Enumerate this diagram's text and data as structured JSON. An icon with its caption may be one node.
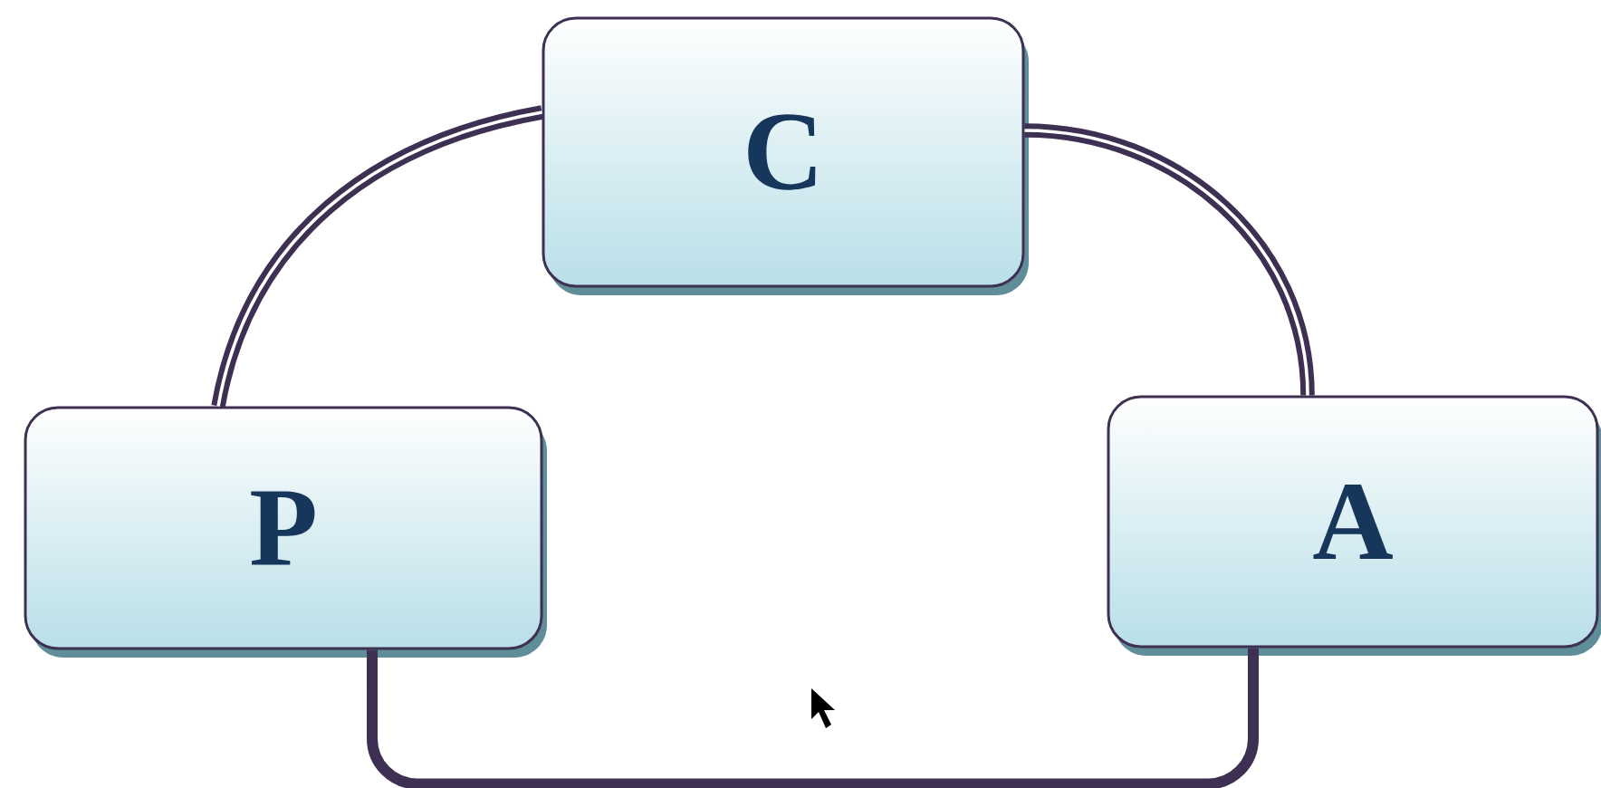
{
  "diagram": {
    "nodes": [
      {
        "text": [
          "C"
        ]
      },
      {
        "text": [
          "P"
        ]
      },
      {
        "text": [
          "A"
        ]
      }
    ],
    "edges": [
      {
        "from": 1,
        "to": 0,
        "arrow": "none"
      },
      {
        "from": 0,
        "to": 2,
        "arrow": "none"
      },
      {
        "from": 1,
        "to": 2,
        "arrow": "none"
      }
    ]
  }
}
